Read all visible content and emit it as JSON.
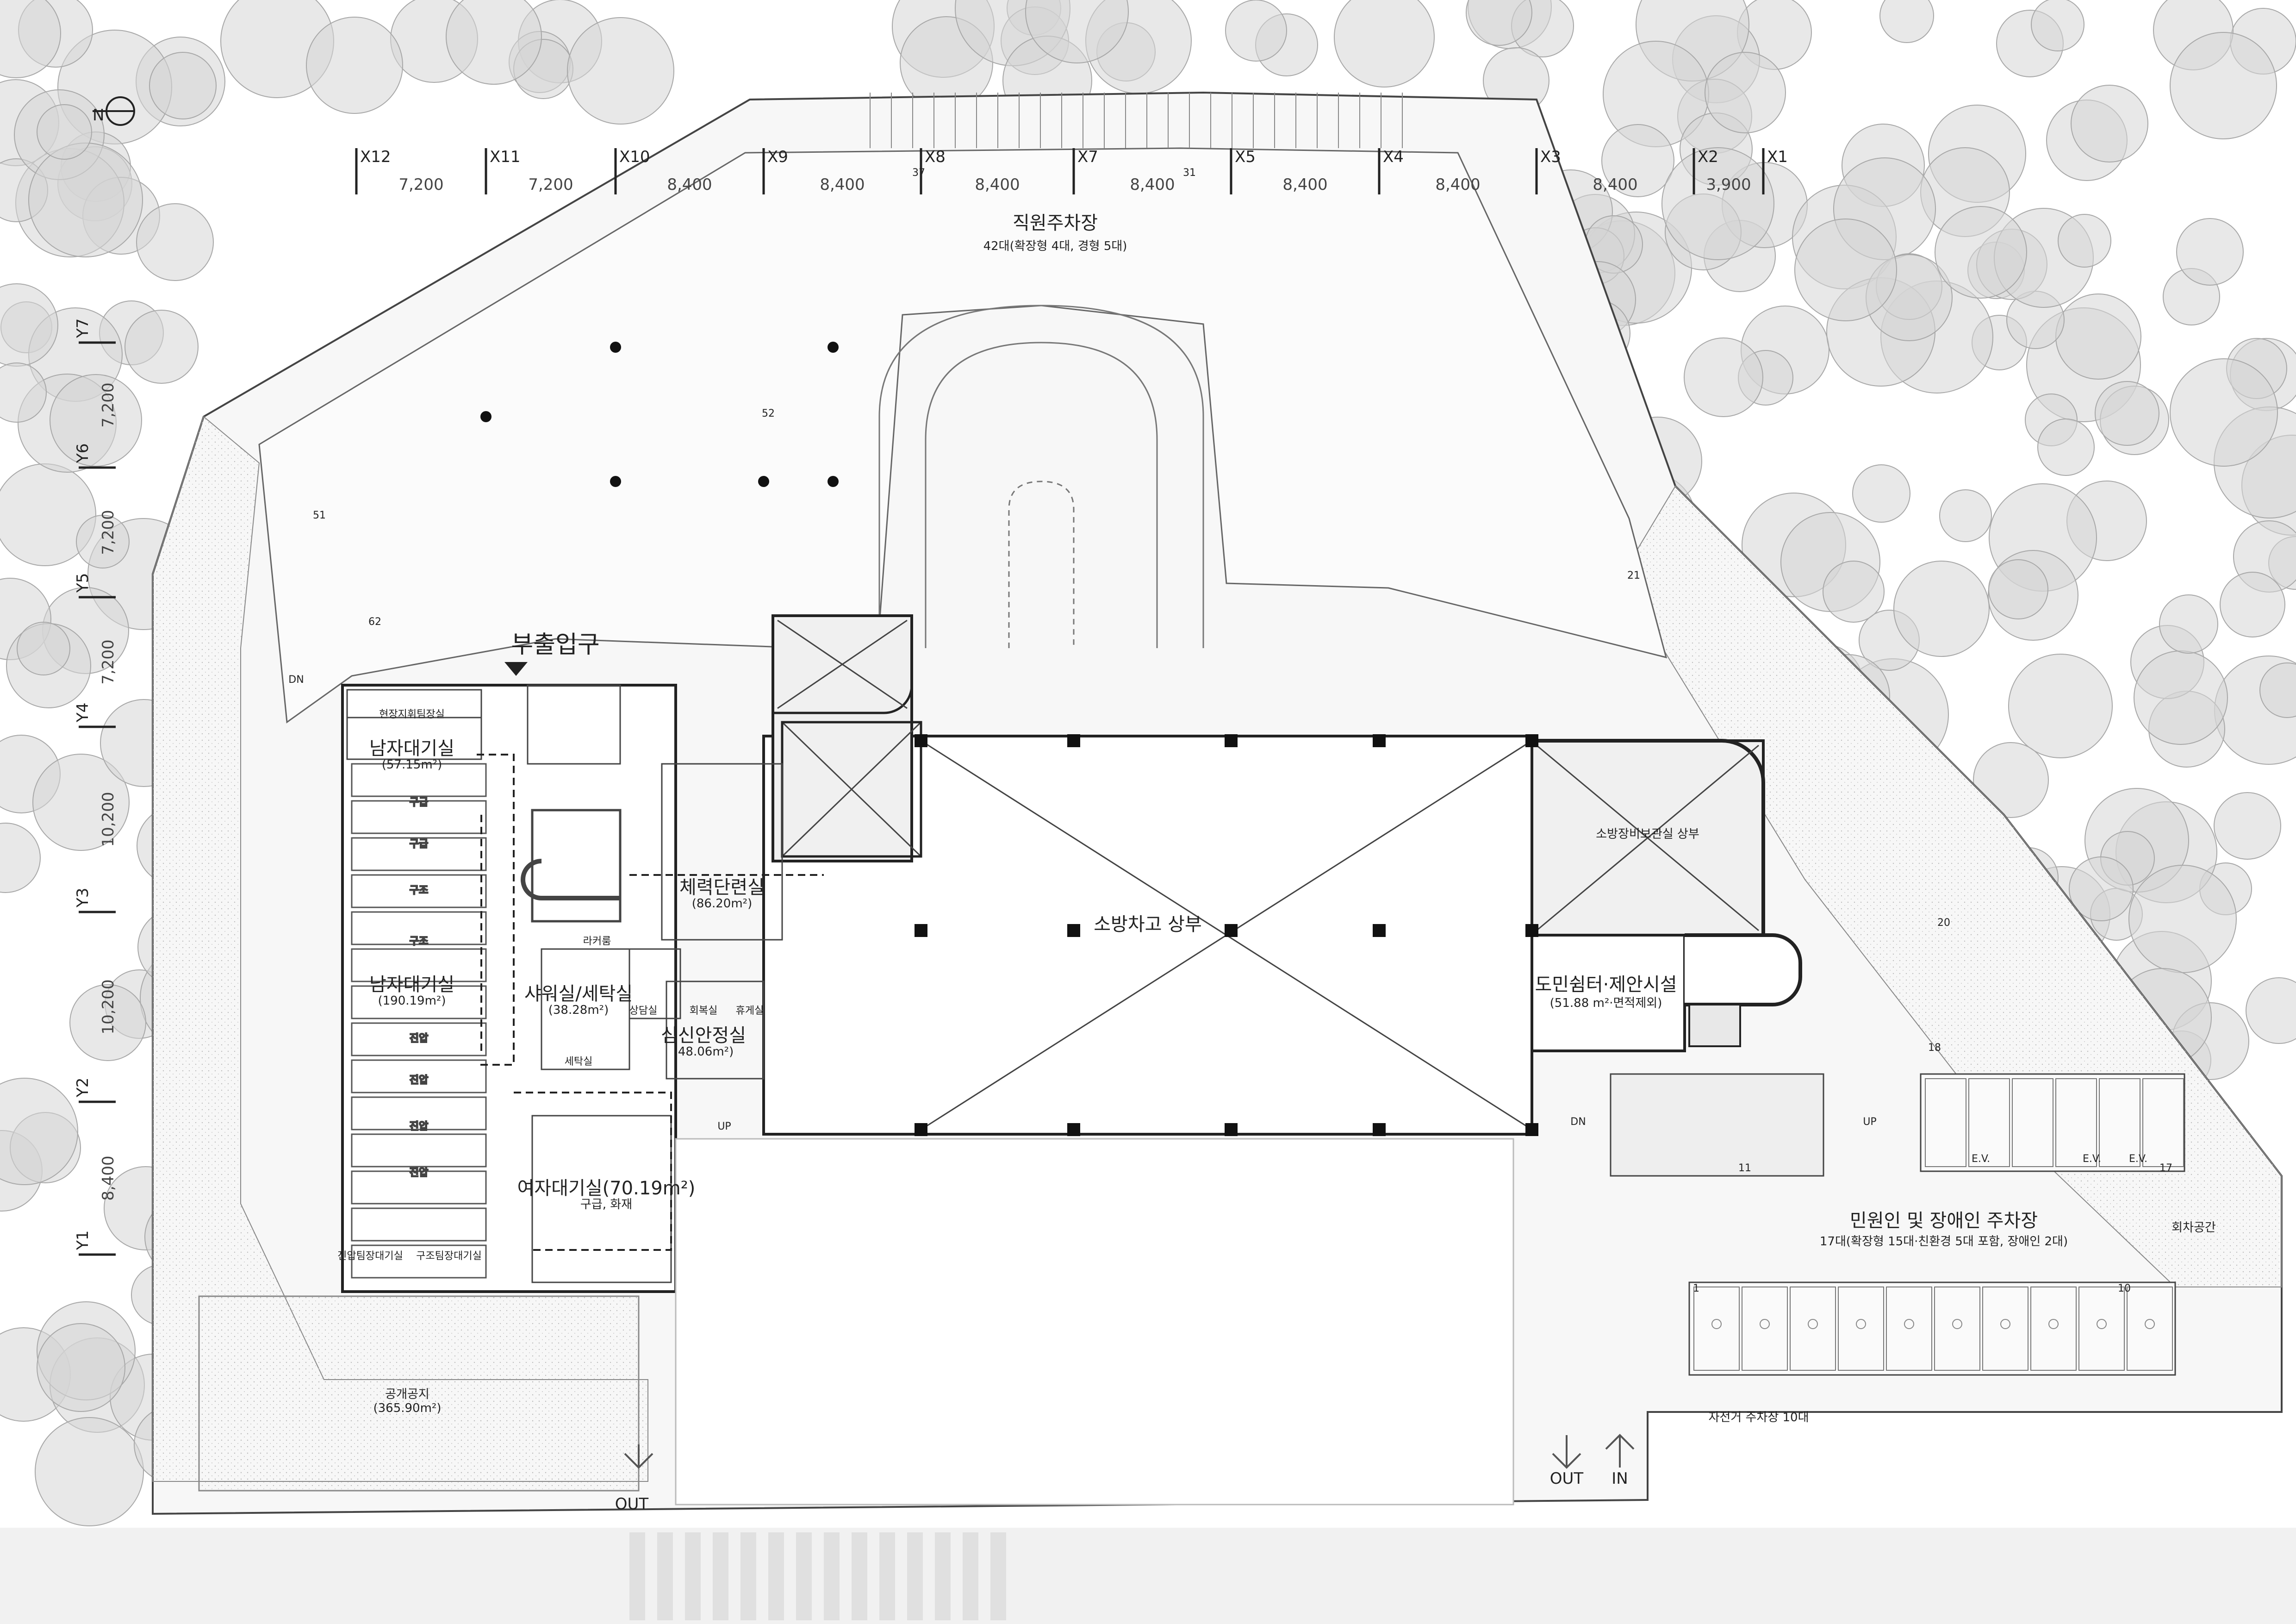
{
  "grid": {
    "x_axes": [
      "X12",
      "X11",
      "X10",
      "X9",
      "X8",
      "X7",
      "X5",
      "X4",
      "X3",
      "X2",
      "X1"
    ],
    "x_spacings": [
      "7,200",
      "7,200",
      "8,400",
      "8,400",
      "8,400",
      "8,400",
      "8,400",
      "8,400",
      "8,400",
      "3,900"
    ],
    "y_axes": [
      "Y7",
      "Y6",
      "Y5",
      "Y4",
      "Y3",
      "Y2",
      "Y1"
    ],
    "y_spacings": [
      "7,200",
      "7,200",
      "7,200",
      "10,200",
      "10,200",
      "8,400"
    ]
  },
  "north_symbol": "N",
  "labels": {
    "staff_parking": "직원주차장",
    "staff_parking_sub": "42대(확장형 4대, 경형 5대)",
    "sub_entrance": "부출입구",
    "fire_garage_above": "소방차고 상부",
    "equipment_room_above": "소방장비보관실 상부",
    "fitness": "체력단련실",
    "fitness_area": "(86.20m²)",
    "male_standby_1": "남자대기실",
    "male_standby_1_area": "(57.15m²)",
    "male_standby_2": "남자대기실",
    "male_standby_2_area": "(190.19m²)",
    "shower": "샤워실/세탁실",
    "shower_area": "(38.28m²)",
    "psych": "심신안정실",
    "psych_area": "(48.06m²)",
    "female_standby": "여자대기실(70.19m²)",
    "female_sub": "구급, 화재",
    "shelter": "도민쉼터·제안시설",
    "shelter_area": "(51.88 m²·면적제외)",
    "public_space": "공개공지",
    "public_space_area": "(365.90m²)",
    "civil_parking": "민원인 및 장애인 주차장",
    "civil_parking_sub": "17대(확장형 15대·친환경 5대 포함, 장애인 2대)",
    "bike_parking": "자전거 주차장 10대",
    "out_1": "OUT",
    "out_2": "OUT",
    "in_1": "IN",
    "lecture": "회차공간",
    "team_room": "현장지휘팀장실",
    "locker": "라커룸",
    "counsel": "상담실",
    "meeting": "회복실",
    "rest": "휴게실",
    "laundry": "세탁실",
    "rescue_room": "구조팀장대기실",
    "pump_room": "진압팀장대기실",
    "dn": "DN",
    "up": "UP",
    "ev": "E.V.",
    "row_labels": [
      "구급",
      "구급",
      "구조",
      "구조",
      "진압",
      "진압",
      "진압",
      "진압"
    ],
    "parking_nums": {
      "n37": "37",
      "n31": "31",
      "n52": "52",
      "n51": "51",
      "n62": "62",
      "n21": "21",
      "n20": "20",
      "n18": "18",
      "n17": "17",
      "n11": "11",
      "n1": "1",
      "n10": "10"
    }
  },
  "colors": {
    "line": "#222222",
    "tree_fill": "#d6d6d6",
    "tree_stroke": "#a8a8a8",
    "paving": "#ececec"
  }
}
